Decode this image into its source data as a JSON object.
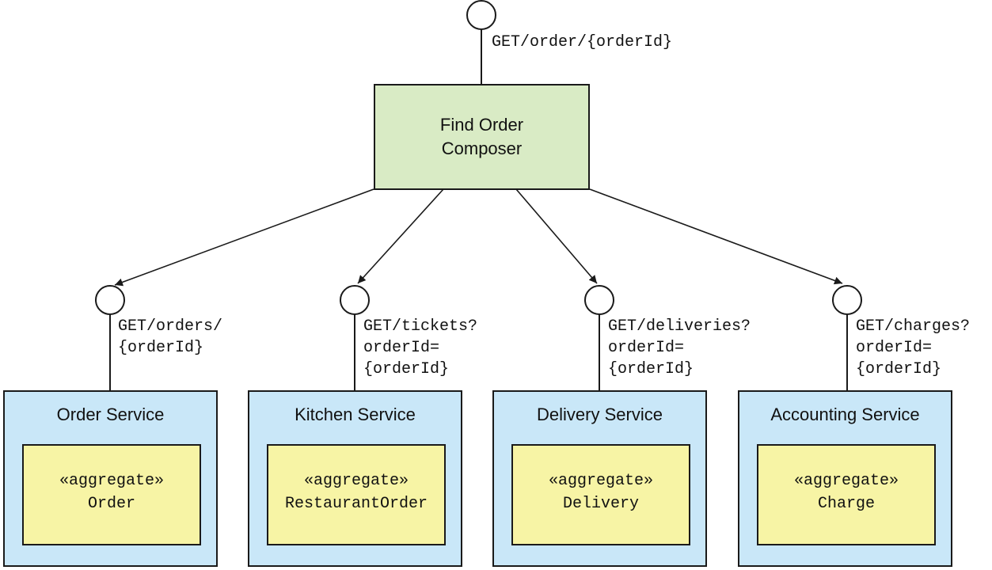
{
  "composer": {
    "title": "Find Order Composer",
    "endpoint": "GET/order/{orderId}",
    "color": "#d9ebc5"
  },
  "services": [
    {
      "name": "Order Service",
      "endpoint_lines": [
        "GET/orders/",
        "{orderId}"
      ],
      "stereotype": "«aggregate»",
      "aggregate": "Order"
    },
    {
      "name": "Kitchen Service",
      "endpoint_lines": [
        "GET/tickets?",
        "orderId=",
        "{orderId}"
      ],
      "stereotype": "«aggregate»",
      "aggregate": "RestaurantOrder"
    },
    {
      "name": "Delivery Service",
      "endpoint_lines": [
        "GET/deliveries?",
        "orderId=",
        "{orderId}"
      ],
      "stereotype": "«aggregate»",
      "aggregate": "Delivery"
    },
    {
      "name": "Accounting Service",
      "endpoint_lines": [
        "GET/charges?",
        "orderId=",
        "{orderId}"
      ],
      "stereotype": "«aggregate»",
      "aggregate": "Charge"
    }
  ],
  "colors": {
    "service_fill": "#c9e7f8",
    "aggregate_fill": "#f7f4a5",
    "stroke": "#1a1a1a"
  }
}
